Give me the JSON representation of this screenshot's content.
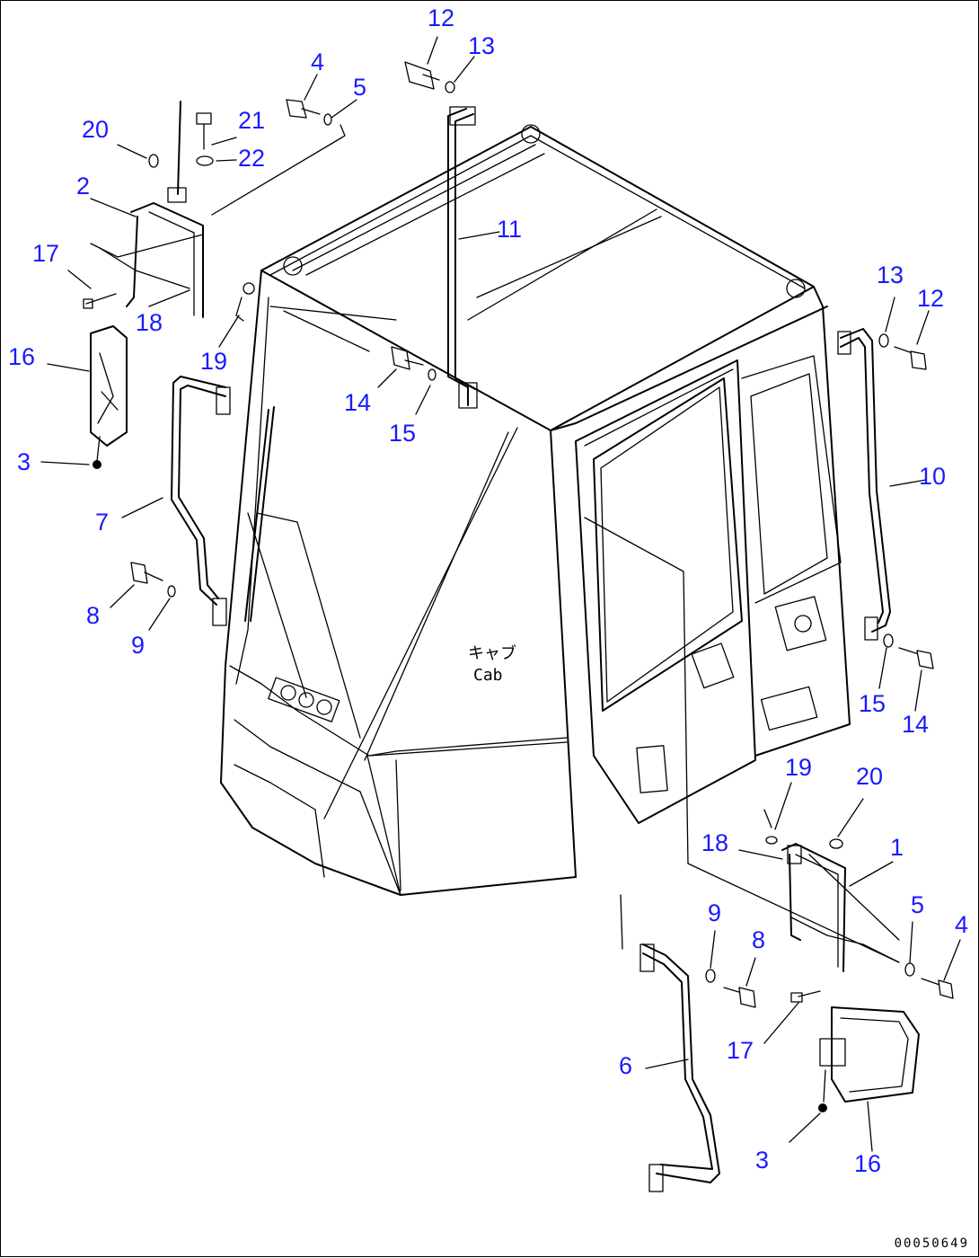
{
  "diagram": {
    "callouts": [
      {
        "id": "c12a",
        "text": "12"
      },
      {
        "id": "c13a",
        "text": "13"
      },
      {
        "id": "c4a",
        "text": "4"
      },
      {
        "id": "c5a",
        "text": "5"
      },
      {
        "id": "c20a",
        "text": "20"
      },
      {
        "id": "c21",
        "text": "21"
      },
      {
        "id": "c22",
        "text": "22"
      },
      {
        "id": "c2",
        "text": "2"
      },
      {
        "id": "c17a",
        "text": "17"
      },
      {
        "id": "c11",
        "text": "11"
      },
      {
        "id": "c18a",
        "text": "18"
      },
      {
        "id": "c19a",
        "text": "19"
      },
      {
        "id": "c16a",
        "text": "16"
      },
      {
        "id": "c3a",
        "text": "3"
      },
      {
        "id": "c14a",
        "text": "14"
      },
      {
        "id": "c15a",
        "text": "15"
      },
      {
        "id": "c13b",
        "text": "13"
      },
      {
        "id": "c12b",
        "text": "12"
      },
      {
        "id": "c10",
        "text": "10"
      },
      {
        "id": "c7",
        "text": "7"
      },
      {
        "id": "c8a",
        "text": "8"
      },
      {
        "id": "c9a",
        "text": "9"
      },
      {
        "id": "c15b",
        "text": "15"
      },
      {
        "id": "c14b",
        "text": "14"
      },
      {
        "id": "c19b",
        "text": "19"
      },
      {
        "id": "c20b",
        "text": "20"
      },
      {
        "id": "c18b",
        "text": "18"
      },
      {
        "id": "c1",
        "text": "1"
      },
      {
        "id": "c5b",
        "text": "5"
      },
      {
        "id": "c4b",
        "text": "4"
      },
      {
        "id": "c9b",
        "text": "9"
      },
      {
        "id": "c8b",
        "text": "8"
      },
      {
        "id": "c17b",
        "text": "17"
      },
      {
        "id": "c6",
        "text": "6"
      },
      {
        "id": "c3b",
        "text": "3"
      },
      {
        "id": "c16b",
        "text": "16"
      }
    ],
    "cab_label_jp": "キャブ",
    "cab_label_en": "Cab",
    "drawing_code": "00050649",
    "callout_color": "#1a1aff"
  }
}
